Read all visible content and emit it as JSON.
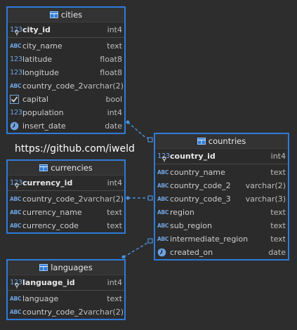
{
  "watermark": "https://github.com/iweld",
  "tables": {
    "cities": {
      "title": "cities",
      "columns": [
        {
          "icon": "123",
          "name": "city_id",
          "type": "int4",
          "pk": true
        },
        {
          "icon": "ABC",
          "name": "city_name",
          "type": "text"
        },
        {
          "icon": "123",
          "name": "latitude",
          "type": "float8"
        },
        {
          "icon": "123",
          "name": "longitude",
          "type": "float8"
        },
        {
          "icon": "ABC",
          "name": "country_code_2",
          "type": "varchar(2)"
        },
        {
          "icon": "check",
          "name": "capital",
          "type": "bool"
        },
        {
          "icon": "123",
          "name": "population",
          "type": "int4"
        },
        {
          "icon": "clock",
          "name": "insert_date",
          "type": "date"
        }
      ]
    },
    "currencies": {
      "title": "currencies",
      "columns": [
        {
          "icon": "123",
          "name": "currency_id",
          "type": "int4",
          "pk": true
        },
        {
          "icon": "ABC",
          "name": "country_code_2",
          "type": "varchar(2)"
        },
        {
          "icon": "ABC",
          "name": "currency_name",
          "type": "text"
        },
        {
          "icon": "ABC",
          "name": "currency_code",
          "type": "text"
        }
      ]
    },
    "languages": {
      "title": "languages",
      "columns": [
        {
          "icon": "123",
          "name": "language_id",
          "type": "int4",
          "pk": true
        },
        {
          "icon": "ABC",
          "name": "language",
          "type": "text"
        },
        {
          "icon": "ABC",
          "name": "country_code_2",
          "type": "varchar(2)"
        }
      ]
    },
    "countries": {
      "title": "countries",
      "columns": [
        {
          "icon": "123",
          "name": "country_id",
          "type": "int4",
          "pk": true
        },
        {
          "icon": "ABC",
          "name": "country_name",
          "type": "text"
        },
        {
          "icon": "ABC",
          "name": "country_code_2",
          "type": "varchar(2)"
        },
        {
          "icon": "ABC",
          "name": "country_code_3",
          "type": "varchar(3)"
        },
        {
          "icon": "ABC",
          "name": "region",
          "type": "text"
        },
        {
          "icon": "ABC",
          "name": "sub_region",
          "type": "text"
        },
        {
          "icon": "ABC",
          "name": "intermediate_region",
          "type": "text"
        },
        {
          "icon": "clock",
          "name": "created_on",
          "type": "date"
        }
      ]
    }
  },
  "colors": {
    "border": "#2f7bd8",
    "link": "#4a90d9",
    "background": "#2d2d2d"
  }
}
